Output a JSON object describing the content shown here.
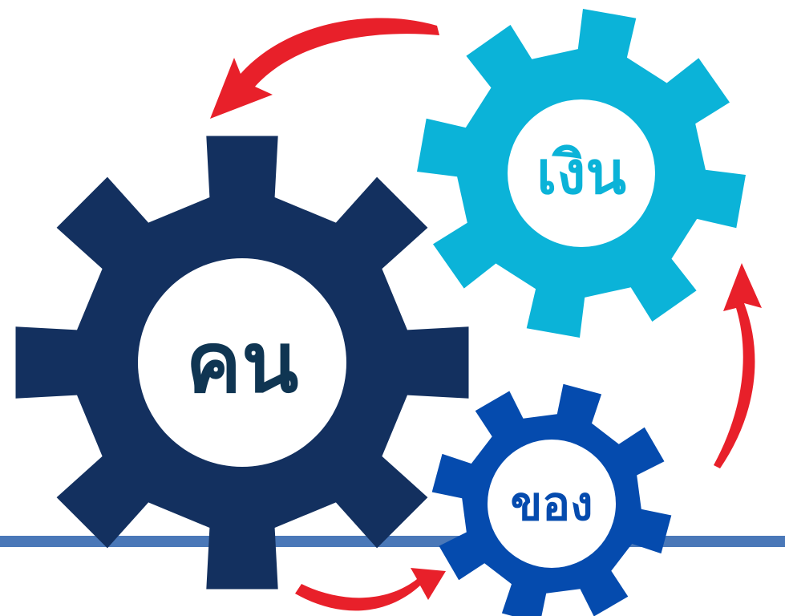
{
  "gears": [
    {
      "id": "money",
      "label": "เงิน",
      "color": "#0BB3D8",
      "label_color": "#0BB3D8"
    },
    {
      "id": "people",
      "label": "คน",
      "color": "#13305F",
      "label_color": "#0F3552"
    },
    {
      "id": "goods",
      "label": "ของ",
      "color": "#054BAE",
      "label_color": "#054BAE"
    }
  ],
  "arrows": {
    "color": "#E8202A"
  },
  "baseline": {
    "color": "#4A78B8"
  }
}
